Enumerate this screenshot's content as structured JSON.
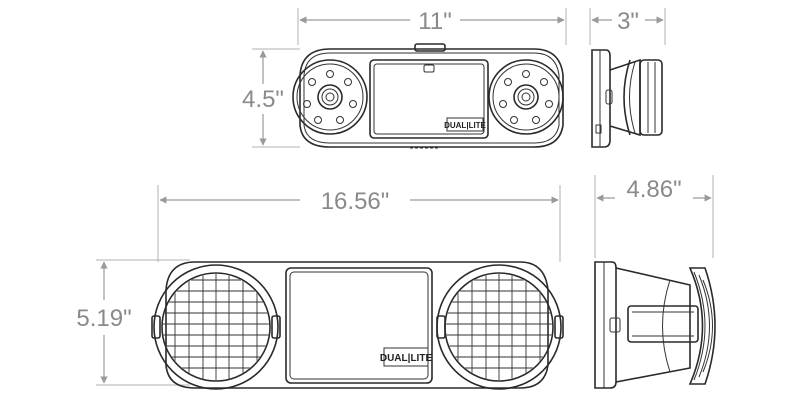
{
  "dimensions": {
    "top_width": "11\"",
    "top_height": "4.5\"",
    "top_depth": "3\"",
    "bottom_width": "16.56\"",
    "bottom_height": "5.19\"",
    "bottom_depth": "4.86\""
  },
  "logo": {
    "left": "DUAL",
    "right": "LITE"
  },
  "colors": {
    "dimension_text": "#8a8a8a",
    "outline": "#2a2a2a"
  }
}
